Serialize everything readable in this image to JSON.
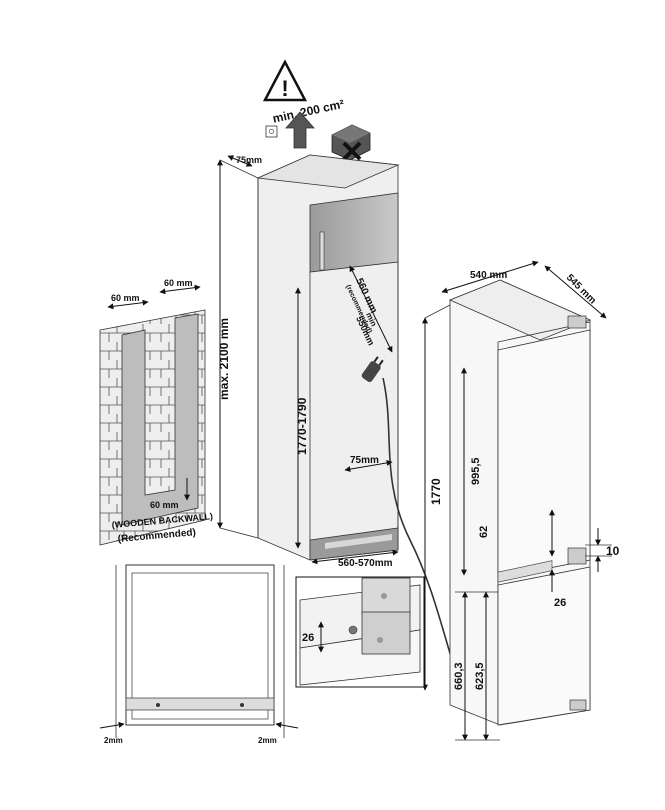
{
  "vent": {
    "label": "min. 200 cm²"
  },
  "wall": {
    "gap_left": "60 mm",
    "gap_right": "60 mm",
    "gap_bottom": "60 mm",
    "caption_1": "(WOODEN BACKWALL)",
    "caption_2": "(Recommended)"
  },
  "niche": {
    "depth_top": "75mm",
    "max_height": "max. 2100 mm",
    "height": "1770-1790",
    "depth_rec": "560 mm",
    "depth_rec_note": "(recommended)",
    "depth_min": "min",
    "depth_min_value": "550mm",
    "rear_gap": "75mm",
    "width": "560-570mm"
  },
  "fridge": {
    "width": "540 mm",
    "depth": "545 mm",
    "height": "1770",
    "upper_height": "995,5",
    "upper_offset": "62",
    "hinge_offset": "10",
    "lower_offset": "26",
    "lower_h1": "660,3",
    "lower_h2": "623,5"
  },
  "hinge_detail": {
    "offset": "26"
  },
  "frame": {
    "gap_left": "2mm",
    "gap_right": "2mm"
  }
}
